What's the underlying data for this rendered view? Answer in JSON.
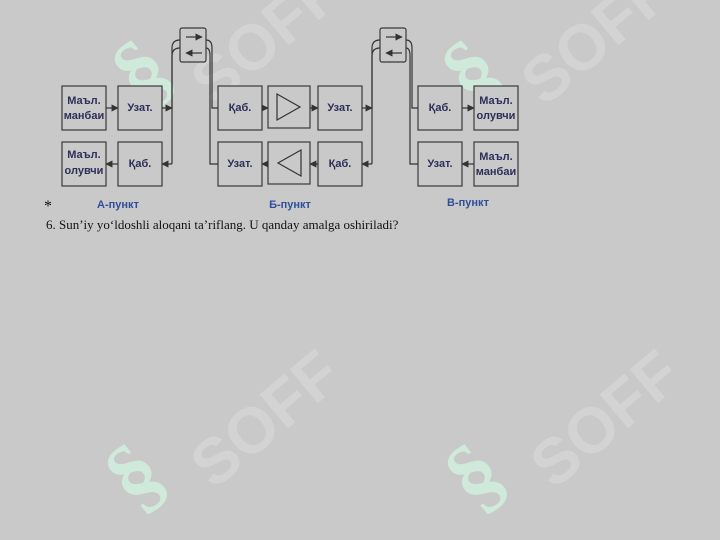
{
  "watermark": {
    "brand": "SOFF",
    "symbol": "§"
  },
  "diagram": {
    "blocks": {
      "a_source": [
        "Маъл.",
        "манбаи"
      ],
      "a_tx": [
        "Узат."
      ],
      "a_rcv_user": [
        "Маъл.",
        "олувчи"
      ],
      "a_rx": [
        "Қаб."
      ],
      "b_rx_top": [
        "Қаб."
      ],
      "b_tx_top": [
        "Узат."
      ],
      "b_tx_bottom": [
        "Узат."
      ],
      "b_rx_bottom": [
        "Қаб."
      ],
      "v_rx": [
        "Қаб."
      ],
      "v_user": [
        "Маъл.",
        "олувчи"
      ],
      "v_tx": [
        "Узат."
      ],
      "v_source": [
        "Маъл.",
        "манбаи"
      ]
    },
    "points": {
      "a": "А-пункт",
      "b": "Б-пункт",
      "v": "В-пункт"
    }
  },
  "bullet": "*",
  "question": "6. Sun’iy yo‘ldoshli aloqani ta’riflang. U qanday amalga oshiriladi?"
}
